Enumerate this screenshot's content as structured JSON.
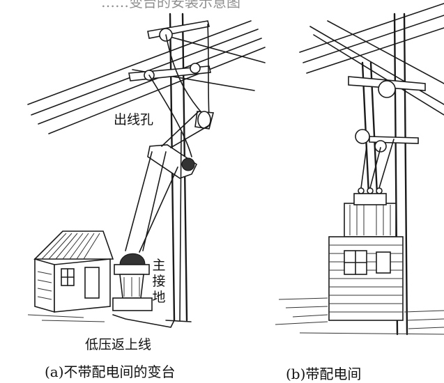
{
  "title_partial": "……变台的安装示意图",
  "labels": {
    "outlet_hole": "出线孔",
    "main_ground": "主接地",
    "lv_return_line": "低压返上线"
  },
  "captions": {
    "panel_a": "(a)不带配电间的变台",
    "panel_b": "(b)带配电间"
  }
}
